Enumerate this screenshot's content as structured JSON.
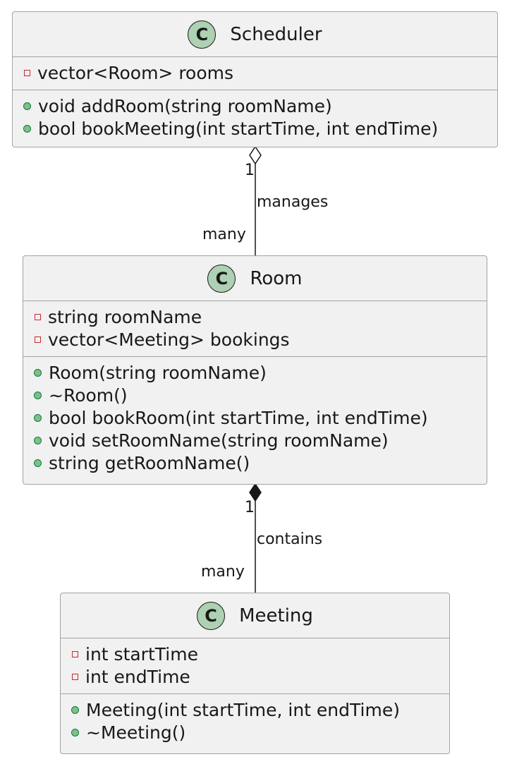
{
  "icon_glyph": "C",
  "classes": {
    "scheduler": {
      "name": "Scheduler",
      "attributes": [
        {
          "visibility": "private",
          "text": "vector<Room> rooms"
        }
      ],
      "methods": [
        {
          "visibility": "public",
          "text": "void addRoom(string roomName)"
        },
        {
          "visibility": "public",
          "text": "bool bookMeeting(int startTime, int endTime)"
        }
      ]
    },
    "room": {
      "name": "Room",
      "attributes": [
        {
          "visibility": "private",
          "text": "string roomName"
        },
        {
          "visibility": "private",
          "text": "vector<Meeting> bookings"
        }
      ],
      "methods": [
        {
          "visibility": "public",
          "text": "Room(string roomName)"
        },
        {
          "visibility": "public",
          "text": "~Room()"
        },
        {
          "visibility": "public",
          "text": "bool bookRoom(int startTime, int endTime)"
        },
        {
          "visibility": "public",
          "text": "void setRoomName(string roomName)"
        },
        {
          "visibility": "public",
          "text": "string getRoomName()"
        }
      ]
    },
    "meeting": {
      "name": "Meeting",
      "attributes": [
        {
          "visibility": "private",
          "text": "int startTime"
        },
        {
          "visibility": "private",
          "text": "int endTime"
        }
      ],
      "methods": [
        {
          "visibility": "public",
          "text": "Meeting(int startTime, int endTime)"
        },
        {
          "visibility": "public",
          "text": "~Meeting()"
        }
      ]
    }
  },
  "relations": {
    "manages": {
      "type": "aggregation",
      "label": "manages",
      "source_multiplicity": "1",
      "target_multiplicity": "many"
    },
    "contains": {
      "type": "composition",
      "label": "contains",
      "source_multiplicity": "1",
      "target_multiplicity": "many"
    }
  },
  "colors": {
    "class_fill": "#f1f1f1",
    "class_border": "#a3a3a3",
    "class_icon_fill": "#add1b2",
    "private_marker": "#c82930",
    "public_marker": "#84be84",
    "line": "#181818"
  }
}
